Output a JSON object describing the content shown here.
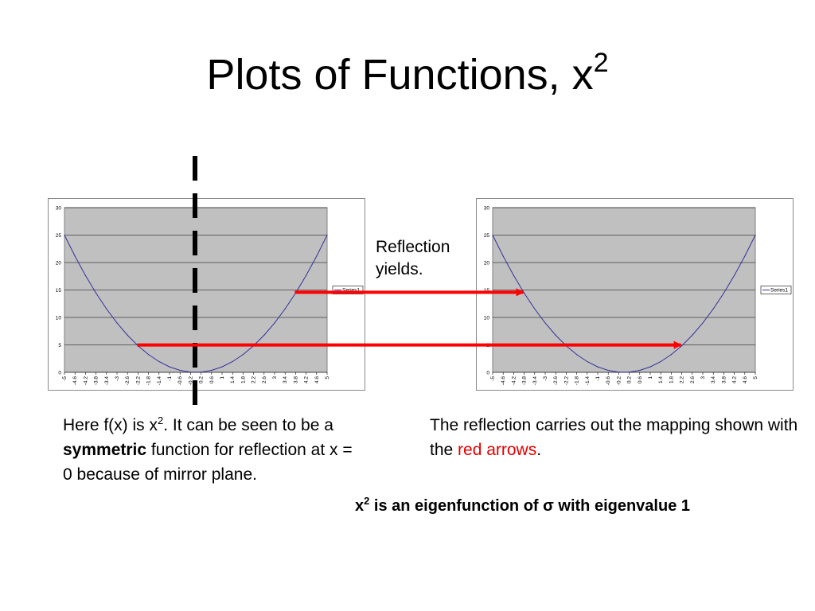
{
  "slide": {
    "title": "Plots of Functions, x",
    "title_superscript": "2",
    "annotation": "Reflection yields.",
    "left_text": {
      "part1": "Here f(x) is x",
      "sup": "2",
      "part2": ".  It can be seen to be a ",
      "bold": "symmetric",
      "part3": " function for reflection at x = 0 because of mirror plane."
    },
    "right_text": {
      "part1": "The reflection carries out the mapping shown with the ",
      "red": "red arrows",
      "part2": "."
    },
    "conclusion": {
      "part1": "x",
      "sup": "2",
      "part2": " is an eigenfunction of ",
      "symbol": "σ",
      "part3": " with eigenvalue 1"
    }
  },
  "colors": {
    "plot_area": "#c0c0c0",
    "series_line": "#333399",
    "arrow": "#ff0000",
    "mirror_line": "#000000"
  },
  "chart_data": [
    {
      "type": "line",
      "function": "y = x^2",
      "x_tick_labels": [
        "-5",
        "-4.6",
        "-4.2",
        "-3.8",
        "-3.4",
        "-3",
        "-2.6",
        "-2.2",
        "-1.8",
        "-1.4",
        "-1",
        "-0.6",
        "-0.2",
        "0.2",
        "0.6",
        "1",
        "1.4",
        "1.8",
        "2.2",
        "2.6",
        "3",
        "3.4",
        "3.8",
        "4.2",
        "4.6",
        "5"
      ],
      "x": [
        -5,
        -4.6,
        -4.2,
        -3.8,
        -3.4,
        -3,
        -2.6,
        -2.2,
        -1.8,
        -1.4,
        -1,
        -0.6,
        -0.2,
        0.2,
        0.6,
        1,
        1.4,
        1.8,
        2.2,
        2.6,
        3,
        3.4,
        3.8,
        4.2,
        4.6,
        5
      ],
      "series": [
        {
          "name": "Series1",
          "values": [
            25,
            21.16,
            17.64,
            14.44,
            11.56,
            9,
            6.76,
            4.84,
            3.24,
            1.96,
            1,
            0.36,
            0.04,
            0.04,
            0.36,
            1,
            1.96,
            3.24,
            4.84,
            6.76,
            9,
            11.56,
            14.44,
            17.64,
            21.16,
            25
          ]
        }
      ],
      "y_ticks": [
        "0",
        "5",
        "10",
        "15",
        "20",
        "25",
        "30"
      ],
      "ylim": [
        0,
        30
      ],
      "grid": true,
      "legend": "right"
    },
    {
      "type": "line",
      "function": "y = x^2 (reflected)",
      "x_tick_labels": [
        "-5",
        "-4.6",
        "-4.2",
        "-3.8",
        "-3.4",
        "-3",
        "-2.6",
        "-2.2",
        "-1.8",
        "-1.4",
        "-1",
        "-0.6",
        "-0.2",
        "0.2",
        "0.6",
        "1",
        "1.4",
        "1.8",
        "2.2",
        "2.6",
        "3",
        "3.4",
        "3.8",
        "4.2",
        "4.6",
        "5"
      ],
      "x": [
        -5,
        -4.6,
        -4.2,
        -3.8,
        -3.4,
        -3,
        -2.6,
        -2.2,
        -1.8,
        -1.4,
        -1,
        -0.6,
        -0.2,
        0.2,
        0.6,
        1,
        1.4,
        1.8,
        2.2,
        2.6,
        3,
        3.4,
        3.8,
        4.2,
        4.6,
        5
      ],
      "series": [
        {
          "name": "Series1",
          "values": [
            25,
            21.16,
            17.64,
            14.44,
            11.56,
            9,
            6.76,
            4.84,
            3.24,
            1.96,
            1,
            0.36,
            0.04,
            0.04,
            0.36,
            1,
            1.96,
            3.24,
            4.84,
            6.76,
            9,
            11.56,
            14.44,
            17.64,
            21.16,
            25
          ]
        }
      ],
      "y_ticks": [
        "0",
        "5",
        "10",
        "15",
        "20",
        "25",
        "30"
      ],
      "ylim": [
        0,
        30
      ],
      "grid": true,
      "legend": "right"
    }
  ],
  "arrows": [
    {
      "from": {
        "chart": 0,
        "x": 3.8,
        "y": 14.44
      },
      "to": {
        "chart": 1,
        "x": -3.8,
        "y": 14.44
      }
    },
    {
      "from": {
        "chart": 0,
        "x": -2.2,
        "y": 4.84
      },
      "to": {
        "chart": 1,
        "x": 2.2,
        "y": 4.84
      }
    }
  ]
}
